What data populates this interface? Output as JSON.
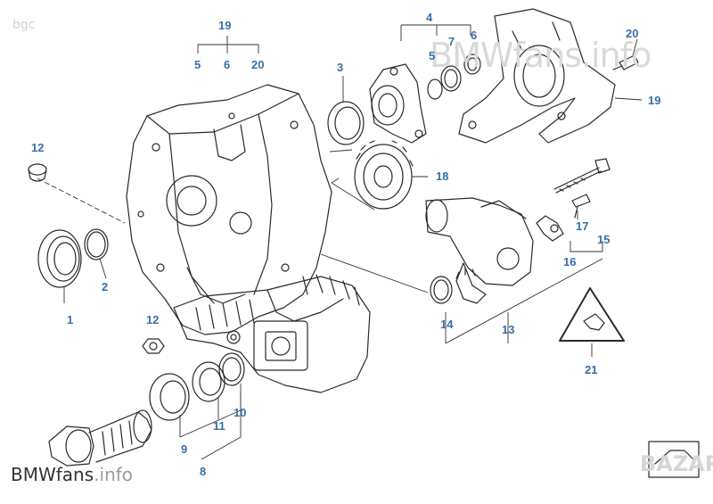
{
  "watermarks": {
    "corner": "bgc",
    "center": "BMWfans.info",
    "bottom_main": "BMWfans",
    "bottom_suffix": ".info",
    "brand": "BAZAR"
  },
  "callouts": {
    "c1": "1",
    "c2": "2",
    "c3": "3",
    "c4": "4",
    "c5_top": "5",
    "c5_right": "5",
    "c6_top": "6",
    "c6_right": "6",
    "c7": "7",
    "c8": "8",
    "c9": "9",
    "c10": "10",
    "c11": "11",
    "c12_top": "12",
    "c12_bottom": "12",
    "c13": "13",
    "c14": "14",
    "c15": "15",
    "c16": "16",
    "c17": "17",
    "c18": "18",
    "c19_top": "19",
    "c19_right": "19",
    "c20_top": "20",
    "c20_right": "20",
    "c21": "21"
  },
  "colors": {
    "callout": "#3a6fa8",
    "line": "#2a2a2a",
    "leader": "#333333"
  }
}
